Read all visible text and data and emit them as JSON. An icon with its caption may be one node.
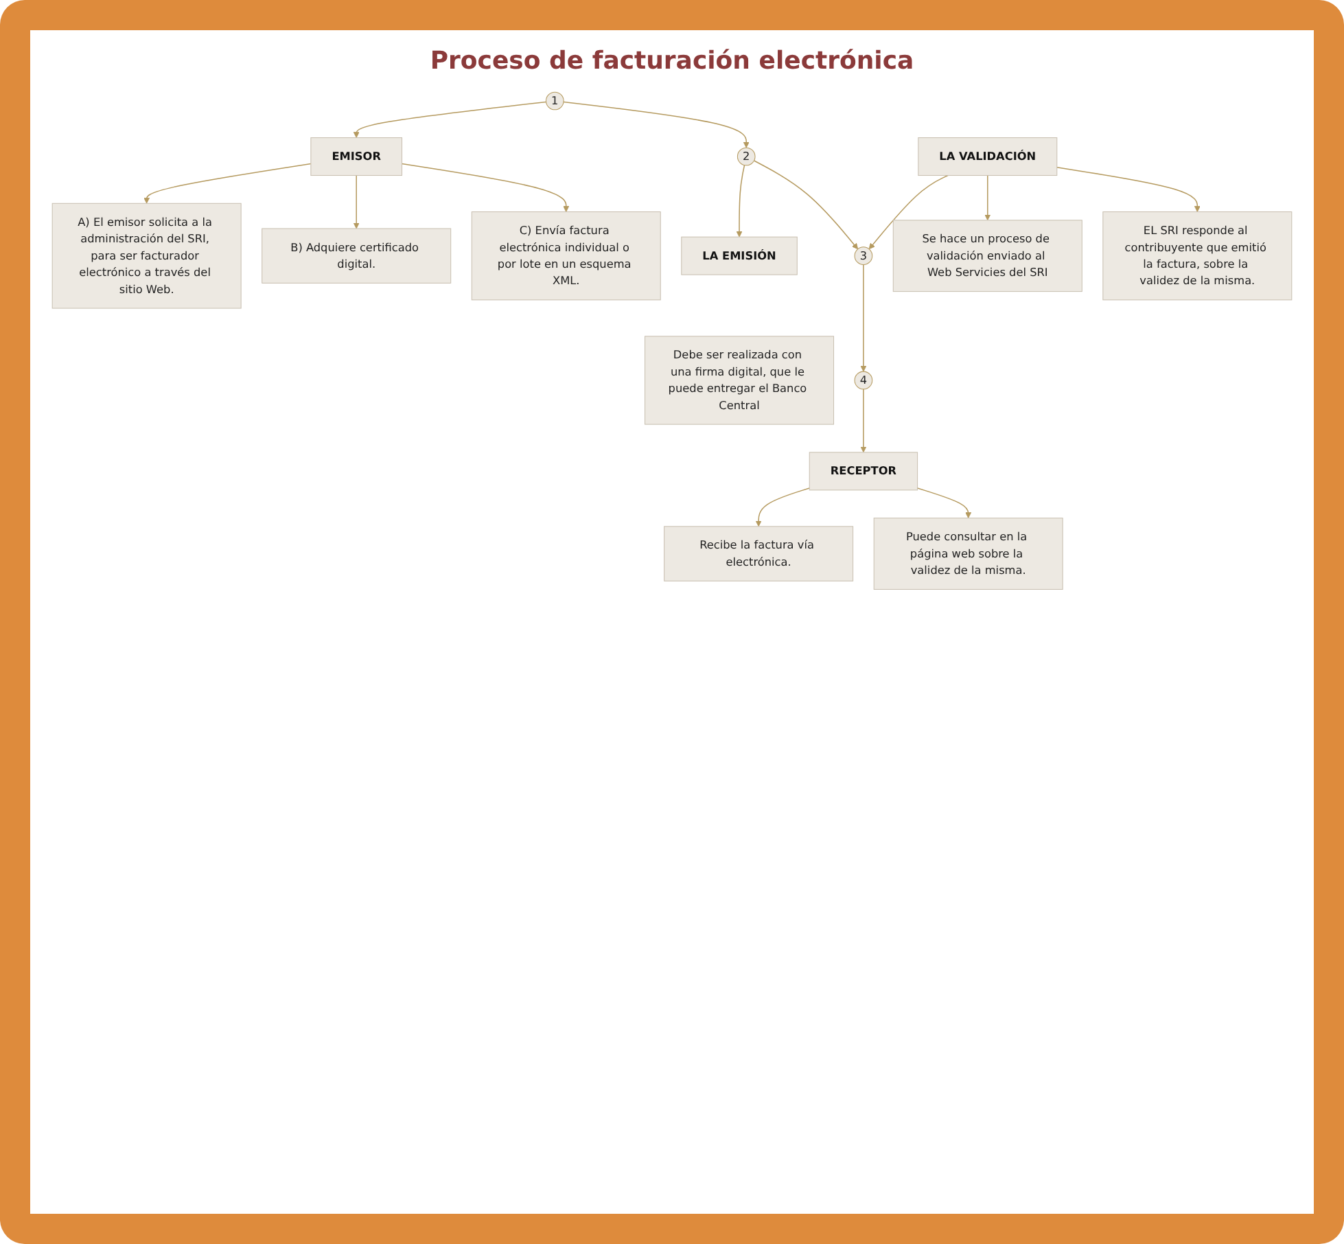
{
  "diagram": {
    "title": "Proceso de facturación electrónica",
    "nodes": [
      {
        "text": [
          "1"
        ]
      },
      {
        "text": [
          "EMISOR"
        ]
      },
      {
        "text": [
          "A) El emisor solicita a la administración del SRI, para ser facturador electrónico a través del sitio Web."
        ]
      },
      {
        "text": [
          "B) Adquiere certificado digital."
        ]
      },
      {
        "text": [
          "C) Envía factura electrónica individual o por lote en un esquema XML."
        ]
      },
      {
        "text": [
          "2"
        ]
      },
      {
        "text": [
          "LA EMISIÓN"
        ]
      },
      {
        "text": [
          "Debe ser realizada con una firma digital, que le puede entregar el Banco Central"
        ]
      },
      {
        "text": [
          "4"
        ]
      },
      {
        "text": [
          "RECEPTOR"
        ]
      },
      {
        "text": [
          "Recibe la factura vía electrónica."
        ]
      },
      {
        "text": [
          "Puede consultar en la página web sobre la validez de la misma."
        ]
      },
      {
        "text": [
          "LA VALIDACIÓN"
        ]
      },
      {
        "text": [
          "3"
        ]
      },
      {
        "text": [
          "Se hace un proceso de validación enviado al Web Servicies del SRI"
        ]
      },
      {
        "text": [
          "EL SRI responde al contribuyente que emitió la factura, sobre la validez de la misma."
        ]
      }
    ],
    "edges": [
      {
        "from": 0,
        "to": 1,
        "arrow": "to"
      },
      {
        "from": 0,
        "to": 5,
        "arrow": "to"
      },
      {
        "from": 1,
        "to": 2,
        "arrow": "to"
      },
      {
        "from": 1,
        "to": 3,
        "arrow": "to"
      },
      {
        "from": 1,
        "to": 4,
        "arrow": "to"
      },
      {
        "from": 5,
        "to": 6,
        "arrow": "to"
      },
      {
        "from": 5,
        "to": 13,
        "arrow": "to"
      },
      {
        "from": 8,
        "to": 9,
        "arrow": "to"
      },
      {
        "from": 9,
        "to": 10,
        "arrow": "to"
      },
      {
        "from": 9,
        "to": 11,
        "arrow": "to"
      },
      {
        "from": 12,
        "to": 13,
        "arrow": "to"
      },
      {
        "from": 13,
        "to": 8,
        "arrow": "to"
      },
      {
        "from": 12,
        "to": 14,
        "arrow": "to"
      },
      {
        "from": 12,
        "to": 15,
        "arrow": "to"
      }
    ]
  }
}
